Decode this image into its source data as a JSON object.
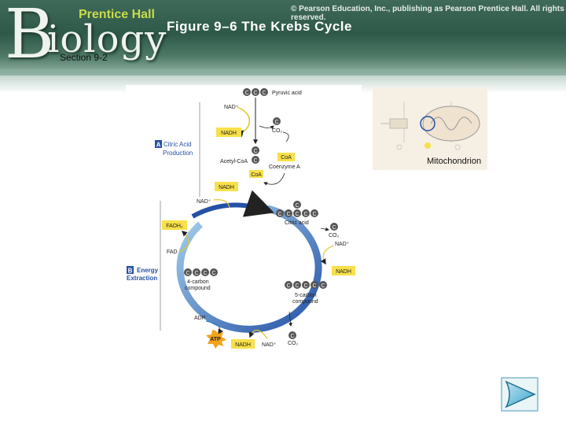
{
  "header": {
    "logo_letter": "B",
    "logo_rest": "iology",
    "publisher": "Prentice Hall",
    "copyright": "© Pearson Education, Inc., publishing as Pearson Prentice Hall. All rights reserved.",
    "figure_title": "Figure 9–6 The Krebs Cycle",
    "section": "Section 9-2"
  },
  "stage_a": {
    "letter": "A",
    "line1": "Citric Acid",
    "line2": "Production"
  },
  "stage_b": {
    "letter": "B",
    "line1": "Energy",
    "line2": "Extraction"
  },
  "carbon": "C",
  "molecules": {
    "pyruvic_acid": "Pyruvic acid",
    "nad_plus": "NAD⁺",
    "nadh": "NADH",
    "co2": "CO₂",
    "coa": "CoA",
    "acetyl_coa": "Acetyl-CoA",
    "coenzyme_a": "Coenzyme A",
    "citric_acid": "Citric acid",
    "fadh2": "FADH₂",
    "fad": "FAD",
    "four_carbon_1": "4-carbon",
    "four_carbon_2": "compound",
    "five_carbon_1": "5-carbon",
    "five_carbon_2": "compound",
    "adp": "ADP",
    "atp": "ATP"
  },
  "mitochondrion_label": "Mitochondrion",
  "colors": {
    "accent_blue": "#2451a6",
    "nadh_yellow": "#f7e04a",
    "atp_orange": "#f2a41c",
    "cycle_light": "#8fc3e6"
  },
  "icons": {
    "next": "next-arrow-icon"
  }
}
